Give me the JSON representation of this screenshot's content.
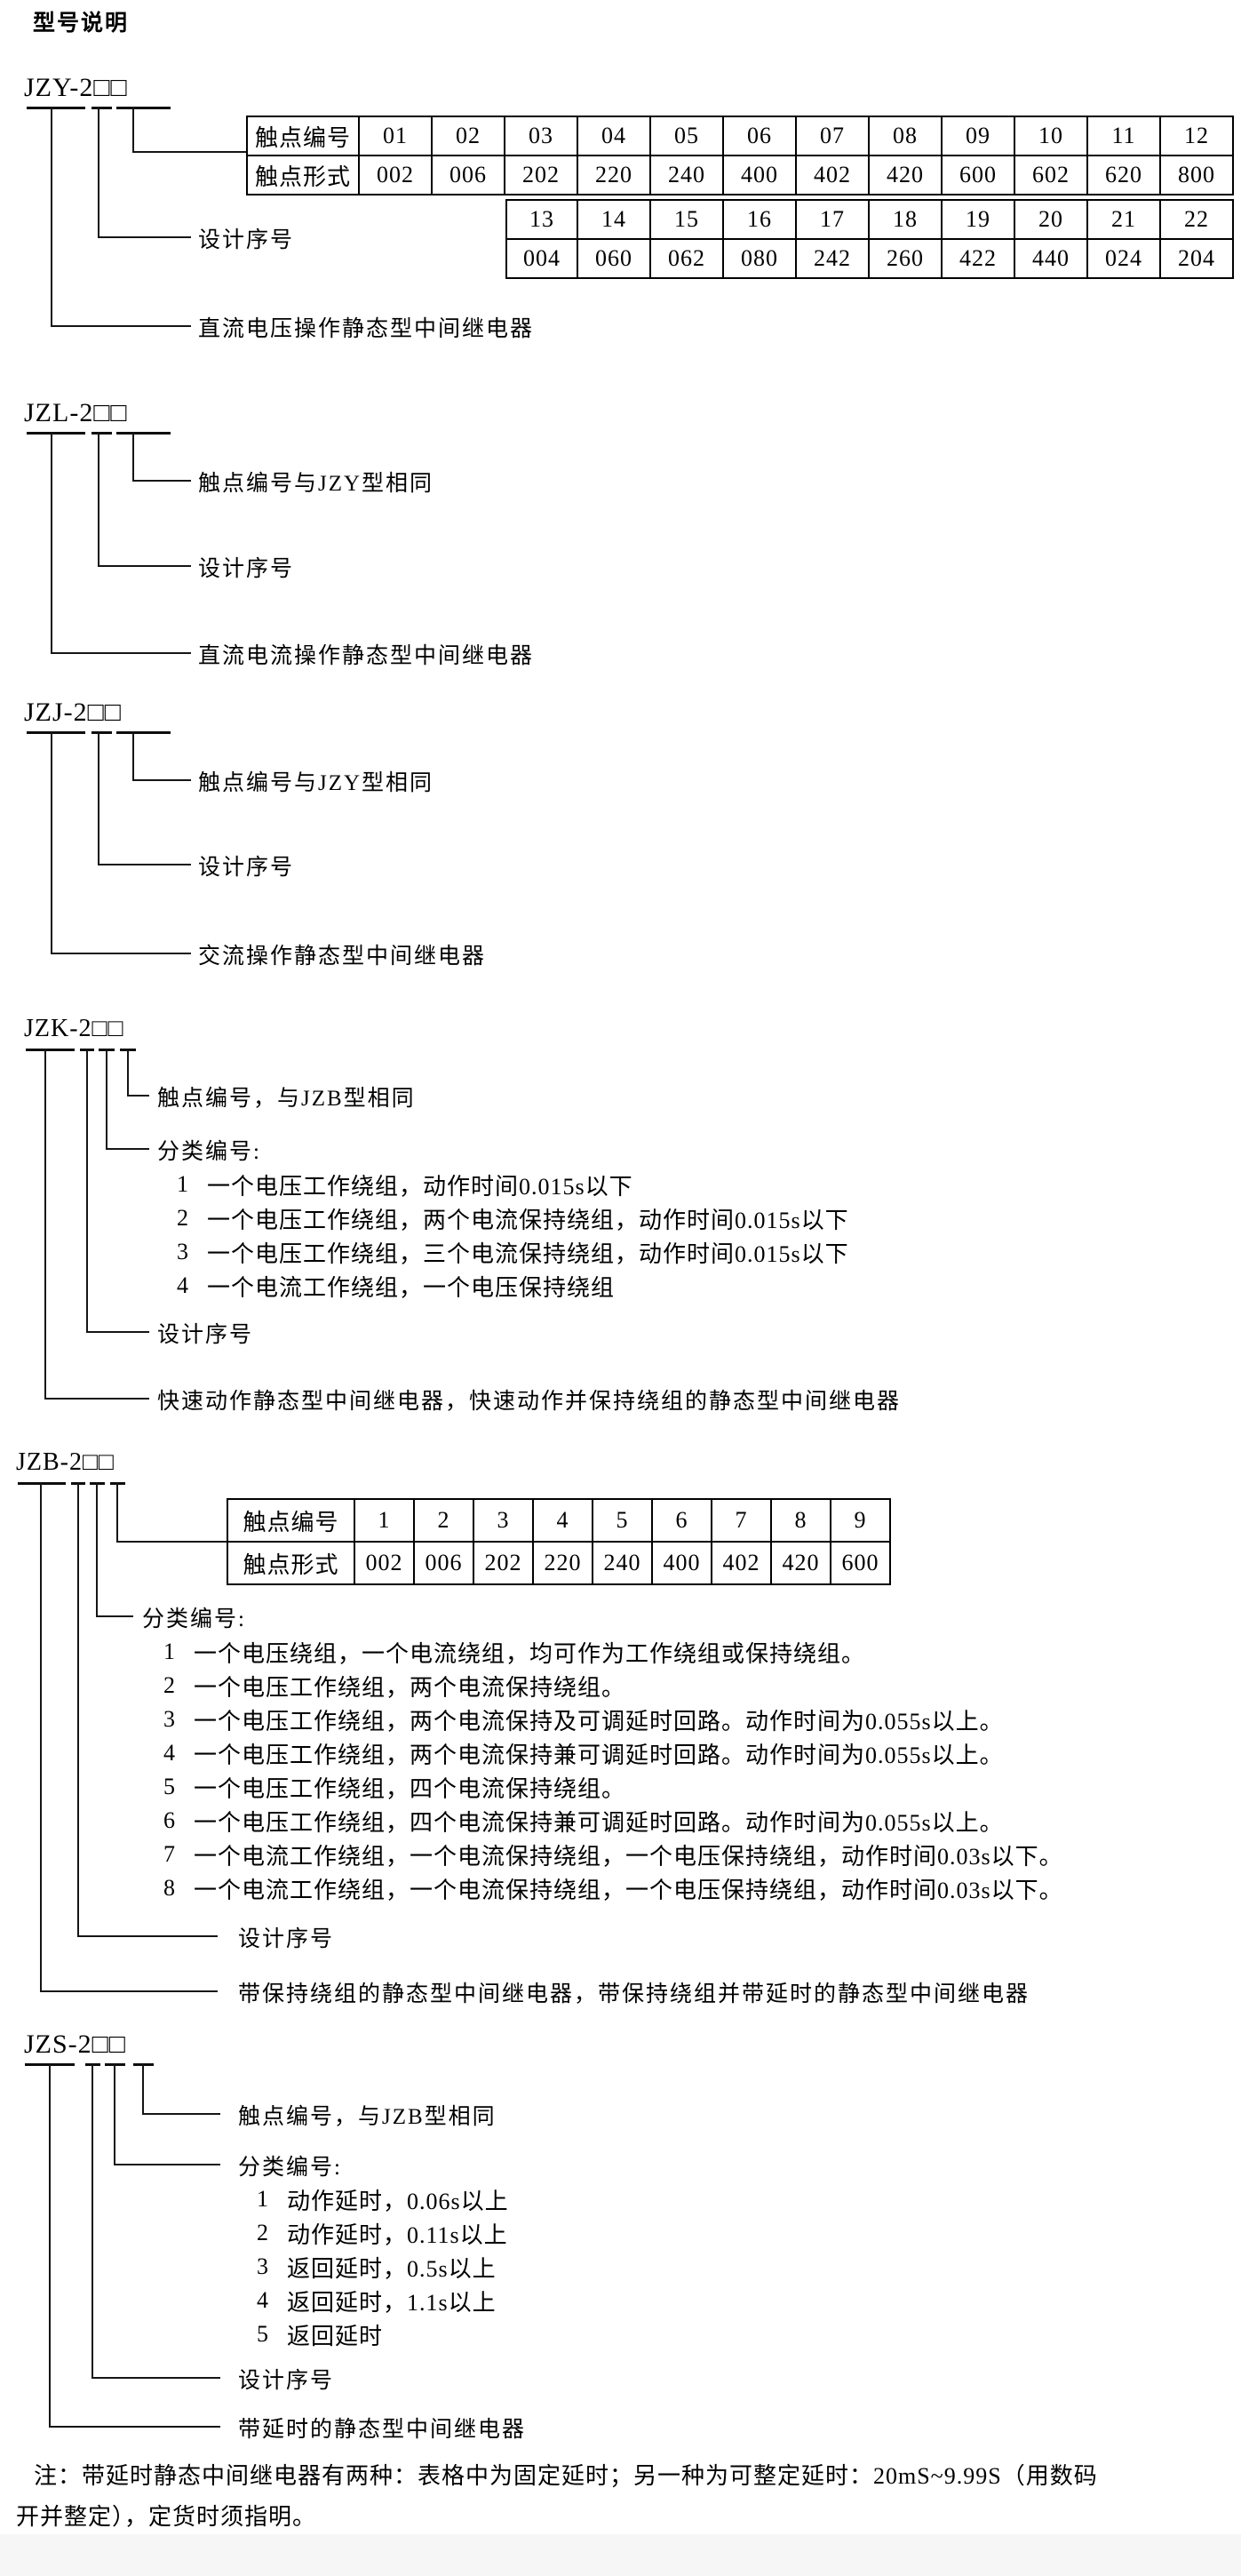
{
  "title": "型号说明",
  "jzy": {
    "model": "JZY-2□□",
    "table": {
      "contact_no_label": "触点编号",
      "contact_nos": [
        "01",
        "02",
        "03",
        "04",
        "05",
        "06",
        "07",
        "08",
        "09",
        "10",
        "11",
        "12"
      ],
      "contact_form_label": "触点形式",
      "contact_forms": [
        "002",
        "006",
        "202",
        "220",
        "240",
        "400",
        "402",
        "420",
        "600",
        "602",
        "620",
        "800"
      ],
      "contact_nos2": [
        "13",
        "14",
        "15",
        "16",
        "17",
        "18",
        "19",
        "20",
        "21",
        "22"
      ],
      "contact_forms2": [
        "004",
        "060",
        "062",
        "080",
        "242",
        "260",
        "422",
        "440",
        "024",
        "204"
      ]
    },
    "design_label": "设计序号",
    "description": "直流电压操作静态型中间继电器"
  },
  "jzl": {
    "model": "JZL-2□□",
    "contact_label": "触点编号与JZY型相同",
    "design_label": "设计序号",
    "description": "直流电流操作静态型中间继电器"
  },
  "jzj": {
    "model": "JZJ-2□□",
    "contact_label": "触点编号与JZY型相同",
    "design_label": "设计序号",
    "description": "交流操作静态型中间继电器"
  },
  "jzk": {
    "model": "JZK-2□□",
    "contact_label": "触点编号，与JZB型相同",
    "class_label": "分类编号:",
    "class_items": [
      {
        "num": "1",
        "text": "一个电压工作绕组，动作时间0.015s以下"
      },
      {
        "num": "2",
        "text": "一个电压工作绕组，两个电流保持绕组，动作时间0.015s以下"
      },
      {
        "num": "3",
        "text": "一个电压工作绕组，三个电流保持绕组，动作时间0.015s以下"
      },
      {
        "num": "4",
        "text": "一个电流工作绕组，一个电压保持绕组"
      }
    ],
    "design_label": "设计序号",
    "description": "快速动作静态型中间继电器，快速动作并保持绕组的静态型中间继电器"
  },
  "jzb": {
    "model": "JZB-2□□",
    "table": {
      "contact_no_label": "触点编号",
      "contact_nos": [
        "1",
        "2",
        "3",
        "4",
        "5",
        "6",
        "7",
        "8",
        "9"
      ],
      "contact_form_label": "触点形式",
      "contact_forms": [
        "002",
        "006",
        "202",
        "220",
        "240",
        "400",
        "402",
        "420",
        "600"
      ]
    },
    "class_label": "分类编号:",
    "class_items": [
      {
        "num": "1",
        "text": "一个电压绕组，一个电流绕组，均可作为工作绕组或保持绕组。"
      },
      {
        "num": "2",
        "text": "一个电压工作绕组，两个电流保持绕组。"
      },
      {
        "num": "3",
        "text": "一个电压工作绕组，两个电流保持及可调延时回路。动作时间为0.055s以上。"
      },
      {
        "num": "4",
        "text": "一个电压工作绕组，两个电流保持兼可调延时回路。动作时间为0.055s以上。"
      },
      {
        "num": "5",
        "text": "一个电压工作绕组，四个电流保持绕组。"
      },
      {
        "num": "6",
        "text": "一个电压工作绕组，四个电流保持兼可调延时回路。动作时间为0.055s以上。"
      },
      {
        "num": "7",
        "text": "一个电流工作绕组，一个电流保持绕组，一个电压保持绕组，动作时间0.03s以下。"
      },
      {
        "num": "8",
        "text": "一个电流工作绕组，一个电流保持绕组，一个电压保持绕组，动作时间0.03s以下。"
      }
    ],
    "design_label": "设计序号",
    "description": "带保持绕组的静态型中间继电器，带保持绕组并带延时的静态型中间继电器"
  },
  "jzs": {
    "model": "JZS-2□□",
    "contact_label": "触点编号，与JZB型相同",
    "class_label": "分类编号:",
    "class_items": [
      {
        "num": "1",
        "text": "动作延时，0.06s以上"
      },
      {
        "num": "2",
        "text": "动作延时，0.11s以上"
      },
      {
        "num": "3",
        "text": "返回延时，0.5s以上"
      },
      {
        "num": "4",
        "text": "返回延时，1.1s以上"
      },
      {
        "num": "5",
        "text": "返回延时"
      }
    ],
    "design_label": "设计序号",
    "description": "带延时的静态型中间继电器"
  },
  "note": {
    "line1": "注：带延时静态中间继电器有两种：表格中为固定延时；另一种为可整定延时：20mS~9.99S（用数码",
    "line2": "开并整定），定货时须指明。"
  }
}
